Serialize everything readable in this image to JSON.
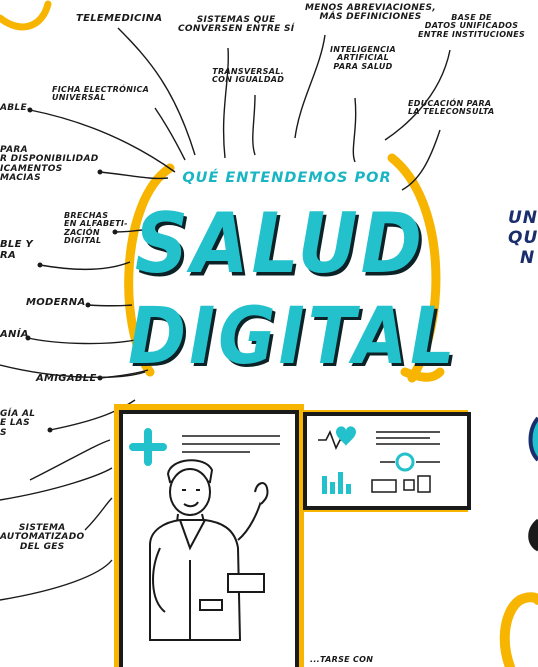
{
  "labels": {
    "telemedicina": "TELEMEDICINA",
    "sistemas": "SISTEMAS QUE\nCONVERSEN ENTRE SÍ",
    "menos_abrev": "MENOS ABREVIACIONES,\nMÁS DEFINICIONES",
    "base_datos": "BASE DE\nDATOS UNIFICADOS\nENTRE INSTITUCIONES",
    "transversal": "TRANSVERSAL.\nCON IGUALDAD",
    "inteligencia": "INTELIGENCIA\nARTIFICIAL\nPARA SALUD",
    "ficha": "FICHA ELECTRÓNICA\nUNIVERSAL",
    "educacion": "EDUCACIÓN PARA\nLA TELECONSULTA",
    "able": "ABLE.",
    "para_disp": "PARA\nR DISPONIBILIDAD\nICAMENTOS\nMACIAS",
    "brechas": "BRECHAS\nEN ALFABETI-\nZACIÓN\nDIGITAL",
    "ble_y": "BLE Y\nRA",
    "moderna": "MODERNA",
    "ania": "ANÍA",
    "amigable": "AMIGABLE",
    "gia_al": "GÍA AL\nE LAS\nS",
    "sistema_auto": "SISTEMA\nAUTOMATIZADO\nDEL GES",
    "bottom_partial": "...TARSE CON"
  },
  "title": {
    "question": "QUÉ ENTENDEMOS POR",
    "line1": "SALUD",
    "line2": "DIGITAL"
  },
  "right_partial": {
    "line1": "UNI",
    "line2": "QUE",
    "line3": "N"
  },
  "colors": {
    "teal": "#22c1cc",
    "yellow": "#f7b500",
    "ink": "#1a1a1a",
    "navy": "#1a2e6e"
  }
}
